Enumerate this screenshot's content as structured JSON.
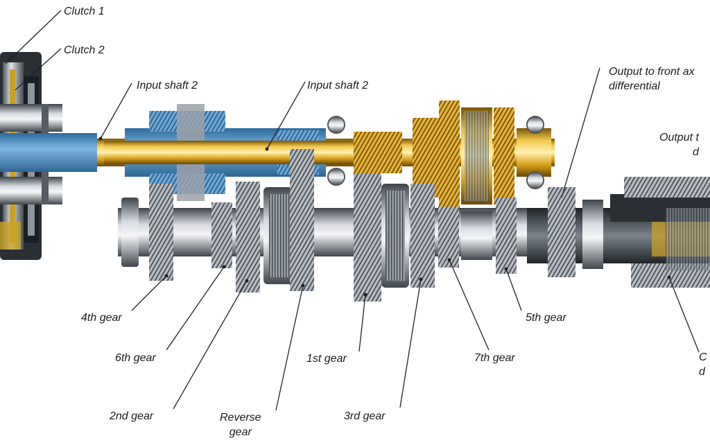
{
  "labels": {
    "clutch1": "Clutch 1",
    "clutch2": "Clutch 2",
    "input_shaft_left": "Input shaft 2",
    "input_shaft_right": "Input shaft 2",
    "output_front_line1": "Output to front ax",
    "output_front_line2": "differential",
    "output_rear_line1": "Output t",
    "output_rear_line2": "d",
    "gear4": "4th gear",
    "gear6": "6th gear",
    "gear2": "2nd gear",
    "reverse_line1": "Reverse",
    "reverse_line2": "gear",
    "gear1": "1st gear",
    "gear3": "3rd gear",
    "gear7": "7th gear",
    "gear5": "5th gear",
    "center_diff_line1": "C",
    "center_diff_line2": "d"
  },
  "colors": {
    "shaft_gold": "#d9a21c",
    "shaft_blue": "#4d8fc4",
    "steel": "#9aa1a8",
    "steel_dark": "#4d545b",
    "leader": "#222222"
  }
}
